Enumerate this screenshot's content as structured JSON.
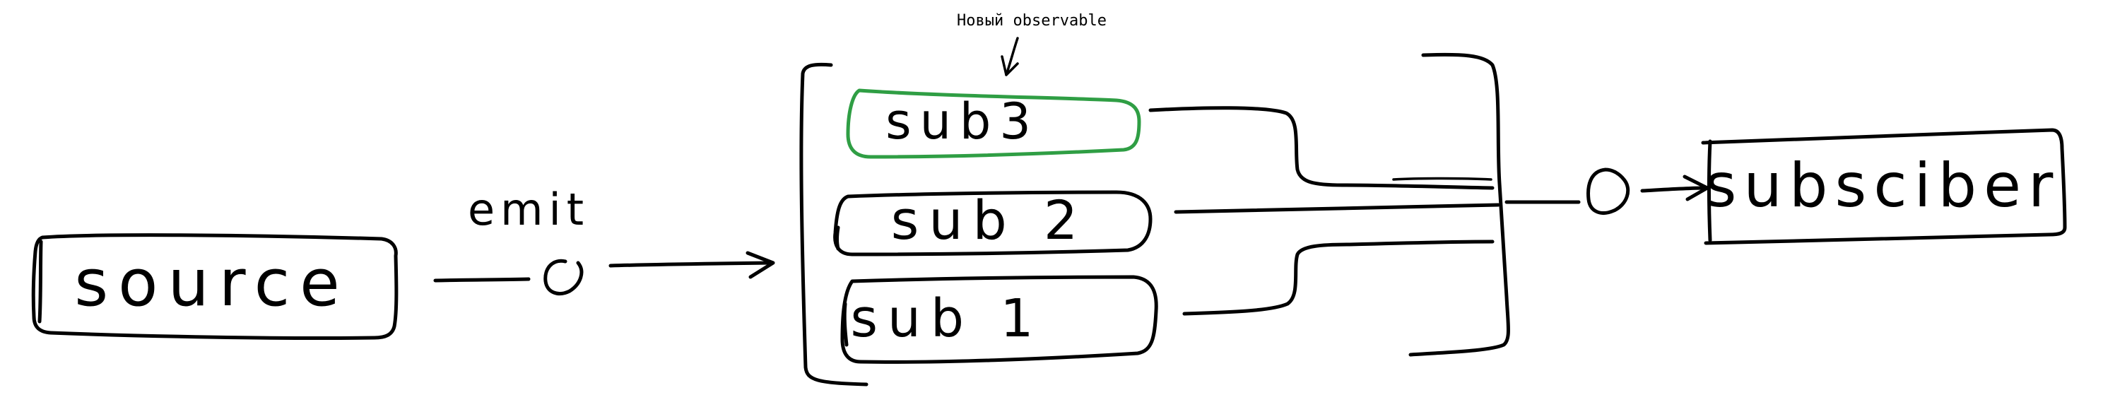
{
  "colors": {
    "ink": "#000000",
    "accent": "#2f9e44",
    "background": "#ffffff"
  },
  "diagram": {
    "source_label": "source",
    "emit_label": "emit",
    "observables": [
      {
        "label": "sub3",
        "color": "#2f9e44",
        "is_new": true
      },
      {
        "label": "sub 2",
        "color": "#000000",
        "is_new": false
      },
      {
        "label": "sub 1",
        "color": "#000000",
        "is_new": false
      }
    ],
    "annotation": "Новый observable",
    "subscriber_label": "subsciber"
  }
}
